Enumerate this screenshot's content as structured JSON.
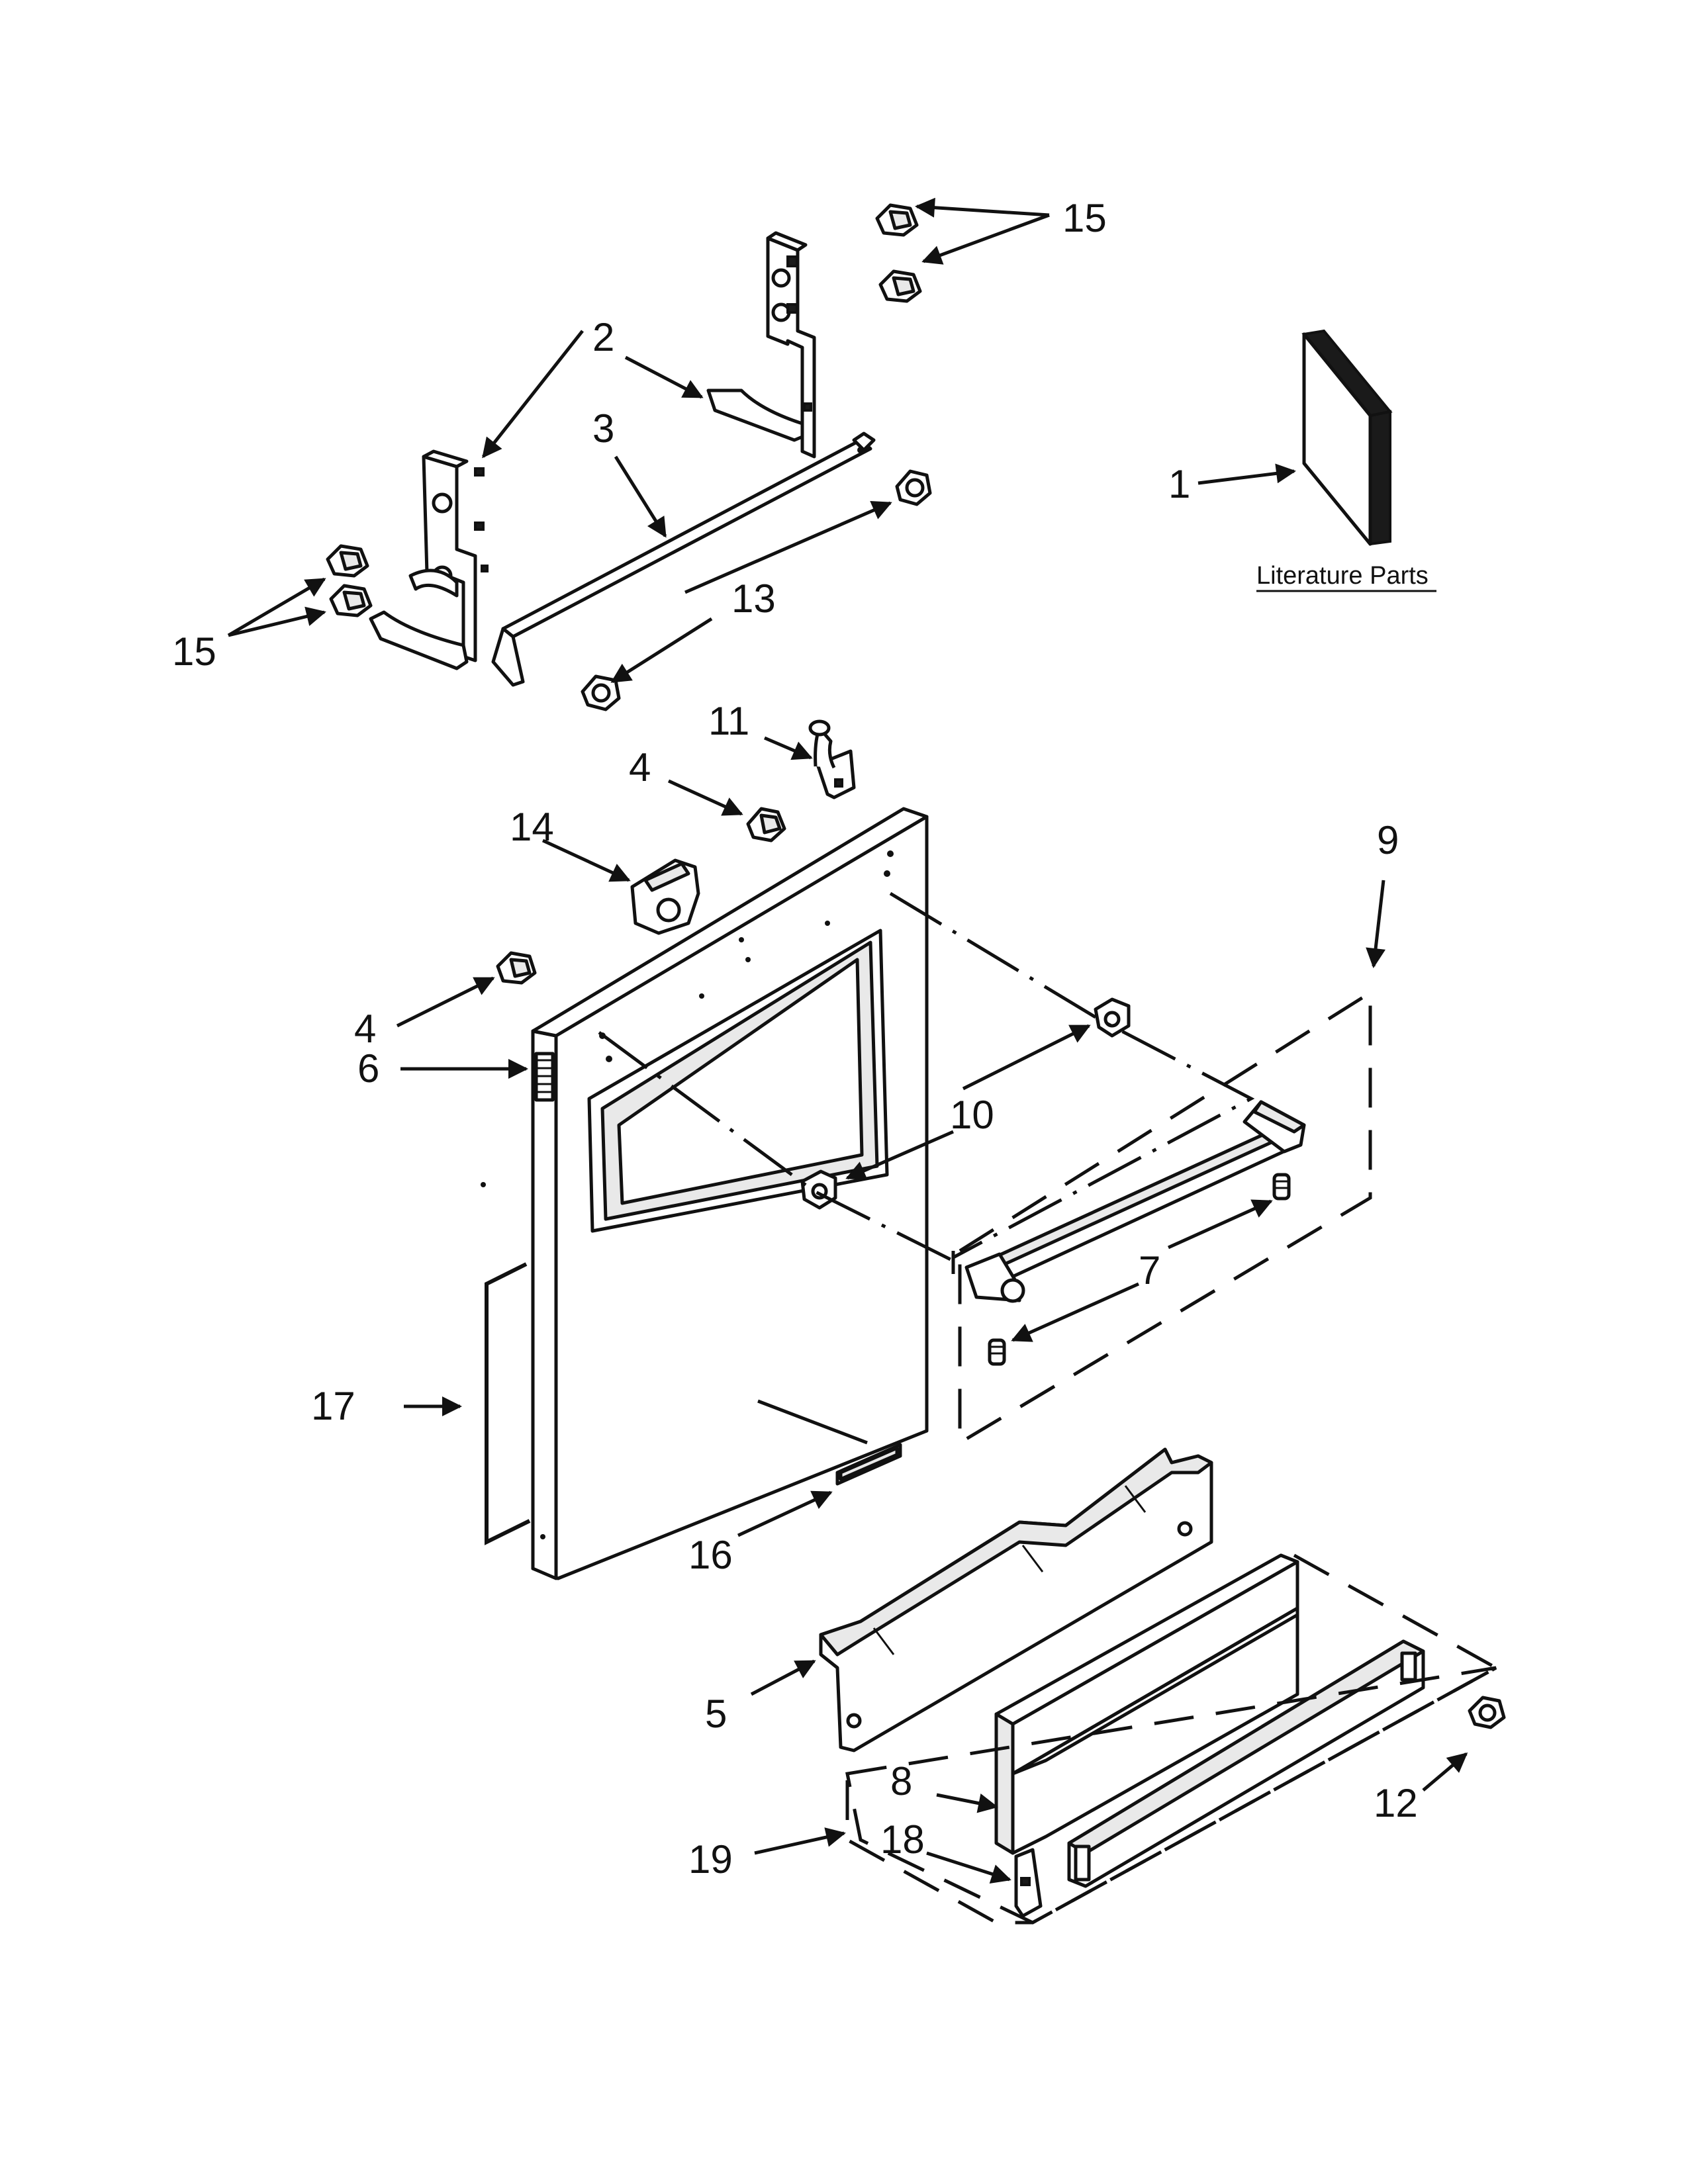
{
  "callouts": {
    "c1": "1",
    "c2": "2",
    "c3": "3",
    "c4a": "4",
    "c4b": "4",
    "c5": "5",
    "c6": "6",
    "c7": "7",
    "c8": "8",
    "c9": "9",
    "c10": "10",
    "c11": "11",
    "c12": "12",
    "c13": "13",
    "c14": "14",
    "c15a": "15",
    "c15b": "15",
    "c16": "16",
    "c17": "17",
    "c18": "18",
    "c19": "19"
  },
  "literature_label": "Literature Parts"
}
